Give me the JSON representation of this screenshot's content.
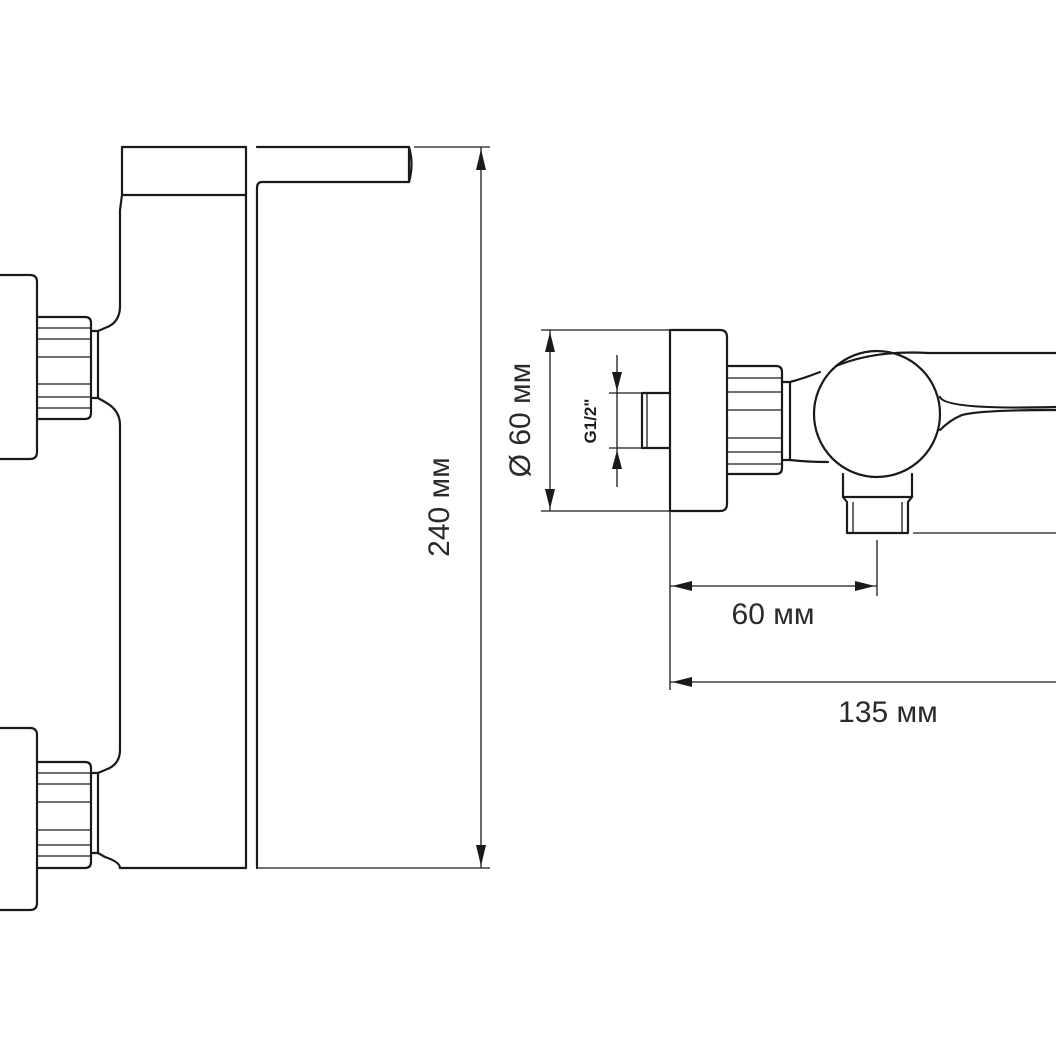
{
  "labels": {
    "height": "240 мм",
    "diameter": "Ø 60 мм",
    "thread": "G1/2\"",
    "depth": "60 мм",
    "width": "135 мм"
  }
}
